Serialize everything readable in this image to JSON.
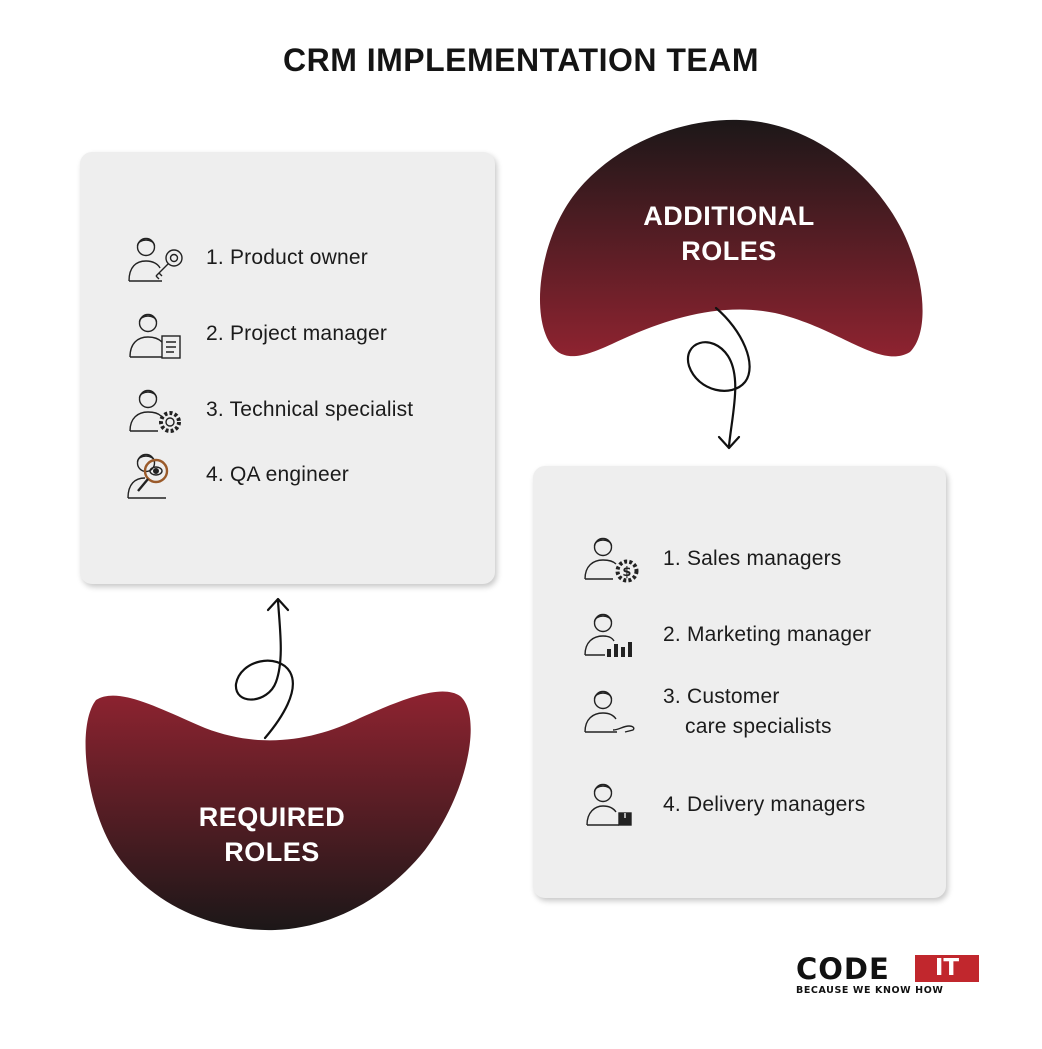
{
  "title": "CRM IMPLEMENTATION TEAM",
  "required": {
    "heading_line1": "REQUIRED",
    "heading_line2": "ROLES",
    "roles": [
      {
        "label": "1. Product owner",
        "icon": "person-key-icon"
      },
      {
        "label": "2. Project manager",
        "icon": "person-document-icon"
      },
      {
        "label": "3. Technical specialist",
        "icon": "person-gear-icon"
      },
      {
        "label": "4. QA engineer",
        "icon": "person-magnifier-icon"
      }
    ]
  },
  "additional": {
    "heading_line1": "ADDITIONAL",
    "heading_line2": "ROLES",
    "roles": [
      {
        "label": "1.  Sales managers",
        "icon": "person-dollar-gear-icon"
      },
      {
        "label": "2. Marketing manager",
        "icon": "person-bar-chart-icon"
      },
      {
        "label": "3. Customer",
        "label_line2": "care specialists",
        "icon": "person-hand-icon"
      },
      {
        "label": "4. Delivery managers",
        "icon": "person-package-icon"
      }
    ]
  },
  "logo": {
    "word": "CODE",
    "badge": "IT",
    "tagline": "BECAUSE WE KNOW HOW"
  },
  "colors": {
    "blob_red": "#8e2330",
    "blob_dark": "#1c1718",
    "card_bg": "#eeeeee",
    "logo_red": "#c1272d"
  }
}
